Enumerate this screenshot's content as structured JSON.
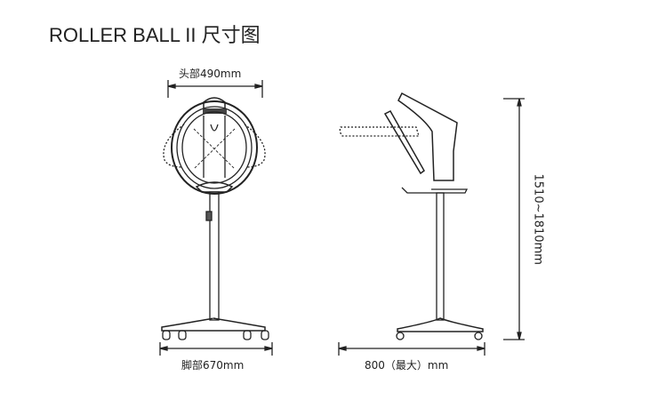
{
  "title": "ROLLER BALL II  尺寸图",
  "dimensions": {
    "head_width": "头部490mm",
    "base_width": "脚部670mm",
    "max_reach": "800（最大）mm",
    "height_range": "1510~1810mm"
  },
  "colors": {
    "line": "#222222",
    "text": "#222222"
  }
}
